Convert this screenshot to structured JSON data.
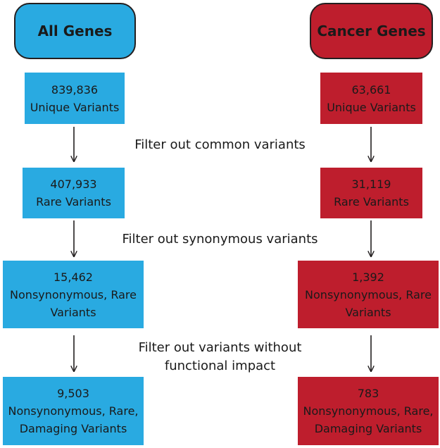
{
  "colors": {
    "left_fill": "#29aae1",
    "right_fill": "#be1e2d",
    "arrow": "#231f20"
  },
  "left": {
    "header": "All Genes",
    "stages": [
      {
        "count": "839,836",
        "label_lines": [
          "Unique Variants"
        ]
      },
      {
        "count": "407,933",
        "label_lines": [
          "Rare Variants"
        ]
      },
      {
        "count": "15,462",
        "label_lines": [
          "Nonsynonymous, Rare",
          "Variants"
        ]
      },
      {
        "count": "9,503",
        "label_lines": [
          "Nonsynonymous, Rare,",
          "Damaging Variants"
        ]
      }
    ]
  },
  "right": {
    "header": "Cancer Genes",
    "stages": [
      {
        "count": "63,661",
        "label_lines": [
          "Unique Variants"
        ]
      },
      {
        "count": "31,119",
        "label_lines": [
          "Rare Variants"
        ]
      },
      {
        "count": "1,392",
        "label_lines": [
          "Nonsynonymous, Rare",
          "Variants"
        ]
      },
      {
        "count": "783",
        "label_lines": [
          "Nonsynonymous, Rare,",
          "Damaging Variants"
        ]
      }
    ]
  },
  "filters": [
    {
      "lines": [
        "Filter out common variants"
      ]
    },
    {
      "lines": [
        "Filter out synonymous variants"
      ]
    },
    {
      "lines": [
        "Filter out variants without",
        "functional impact"
      ]
    }
  ]
}
